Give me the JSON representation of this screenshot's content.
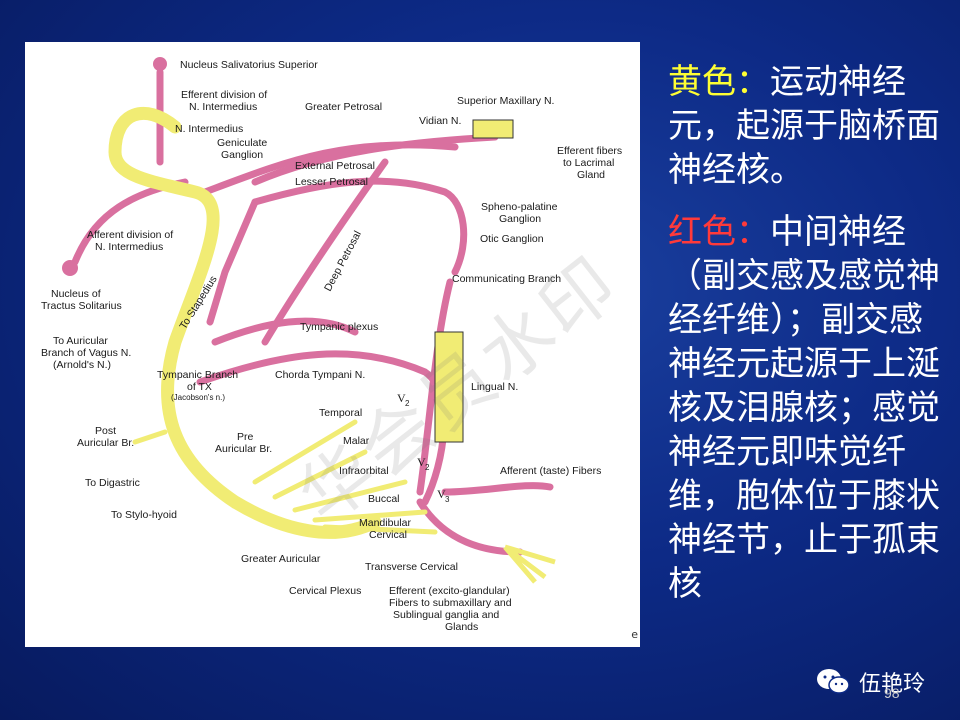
{
  "diagram": {
    "labels": {
      "nucleus_salivatorius": "Nucleus Salivatorius Superior",
      "efferent_division_1": "Efferent division of",
      "efferent_division_2": "N. Intermedius",
      "n_intermedius": "N. Intermedius",
      "geniculate_1": "Geniculate",
      "geniculate_2": "Ganglion",
      "greater_petrosal": "Greater Petrosal",
      "superior_maxillary": "Superior Maxillary N.",
      "vidian": "Vidian N.",
      "efferent_fibers_1": "Efferent fibers",
      "efferent_fibers_2": "to Lacrimal",
      "efferent_fibers_3": "Gland",
      "external_petrosal": "External Petrosal",
      "lesser_petrosal": "Lesser Petrosal",
      "spheno_1": "Spheno-palatine",
      "spheno_2": "Ganglion",
      "afferent_division_1": "Afferent division of",
      "afferent_division_2": "N. Intermedius",
      "deep_petrosal": "Deep Petrosal",
      "otic_ganglion": "Otic Ganglion",
      "communicating_branch": "Communicating Branch",
      "nucleus_tractus_1": "Nucleus of",
      "nucleus_tractus_2": "Tractus Solitarius",
      "to_stapedius": "To Stapedius",
      "tympanic_plexus": "Tympanic plexus",
      "to_auricular_1": "To Auricular",
      "to_auricular_2": "Branch of Vagus N.",
      "to_auricular_3": "(Arnold's N.)",
      "tympanic_branch_1": "Tympanic Branch",
      "tympanic_branch_2": "of TX",
      "tympanic_branch_3": "(Jacobson's n.)",
      "chorda_tympani": "Chorda Tympani N.",
      "lingual": "Lingual N.",
      "v2_top": "V",
      "temporal": "Temporal",
      "post_auricular_1": "Post",
      "post_auricular_2": "Auricular Br.",
      "pre_auricular_1": "Pre",
      "pre_auricular_2": "Auricular Br.",
      "malar": "Malar",
      "infraorbital": "Infraorbital",
      "v2_mid": "V",
      "afferent_taste": "Afferent (taste) Fibers",
      "to_digastric": "To Digastric",
      "buccal": "Buccal",
      "v3": "V",
      "to_stylo_hyoid": "To Stylo-hyoid",
      "mandibular_1": "Mandibular",
      "mandibular_2": "Cervical",
      "greater_auricular": "Greater Auricular",
      "transverse_cervical": "Transverse Cervical",
      "cervical_plexus": "Cervical Plexus",
      "efferent_glandular_1": "Efferent (excito-glandular)",
      "efferent_glandular_2": "Fibers to submaxillary and",
      "efferent_glandular_3": "Sublingual ganglia and",
      "efferent_glandular_4": "Glands",
      "sub2": "2",
      "sub3": "3"
    },
    "watermark": "华会员水印",
    "edge_glyph": "e"
  },
  "text_panel": {
    "para1_key": "黄色：",
    "para1_body": "运动神经元，起源于脑桥面神经核。",
    "para2_key": "红色：",
    "para2_body": "中间神经（副交感及感觉神经纤维）；副交感神经元起源于上涎核及泪腺核；感觉神经元即味觉纤维，胞体位于膝状神经节，止于孤束核"
  },
  "footer": {
    "wechat_name": "伍艳玲",
    "page_number": "98"
  },
  "colors": {
    "background": "#0d2a86",
    "keyword_yellow": "#ffff33",
    "keyword_red": "#ff3a3a",
    "motor_nerve": "#f5f07a",
    "sensory_nerve": "#e9a8c4"
  }
}
